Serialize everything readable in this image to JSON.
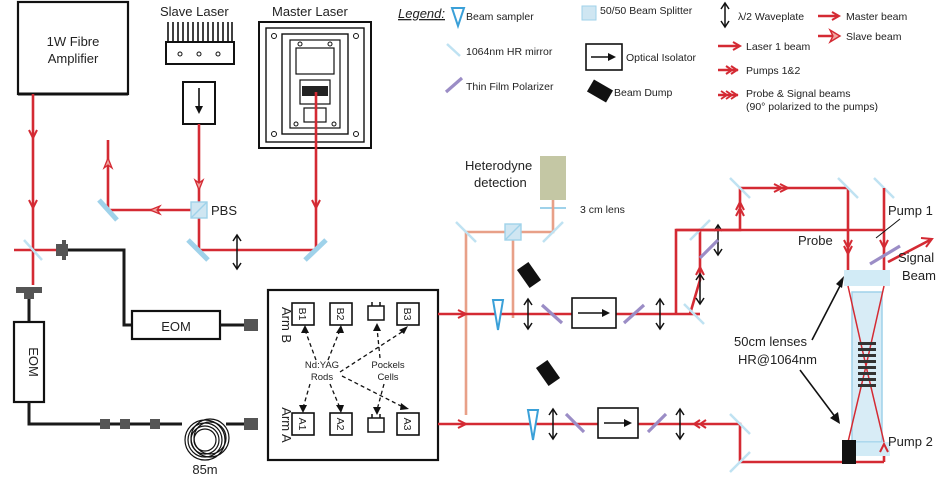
{
  "legend": {
    "title": "Legend:",
    "beam_sampler": "Beam sampler",
    "hr_mirror": "1064nm HR mirror",
    "tfp": "Thin Film Polarizer",
    "beam_splitter": "50/50 Beam Splitter",
    "optical_isolator": "Optical Isolator",
    "beam_dump": "Beam Dump",
    "waveplate": "λ/2 Waveplate",
    "laser1_beam": "Laser 1 beam",
    "pumps": "Pumps 1&2",
    "probe_signal": "Probe & Signal beams",
    "probe_signal_note": "(90° polarized to the pumps)",
    "master_beam": "Master beam",
    "slave_beam": "Slave beam"
  },
  "components": {
    "fibre_amplifier": [
      "1W Fibre",
      "Amplifier"
    ],
    "slave_laser": "Slave Laser",
    "master_laser": "Master Laser",
    "pbs": "PBS",
    "eom_top": "EOM",
    "eom_left": "EOM",
    "fibre_length": "85m",
    "heterodyne": [
      "Heterodyne",
      "detection"
    ],
    "lens_3cm": "3 cm lens",
    "arm_b": "Arm B",
    "arm_a": "Arm A",
    "rods_b": [
      "B1",
      "B2",
      "B3"
    ],
    "rods_a": [
      "A1",
      "A2",
      "A3"
    ],
    "ndyag": [
      "Nd:YAG",
      "Rods"
    ],
    "pockels": [
      "Pockels",
      "Cells"
    ],
    "probe": "Probe",
    "pump1": "Pump 1",
    "pump2": "Pump 2",
    "signal": [
      "Signal",
      "Beam"
    ],
    "lenses": [
      "50cm lenses",
      "HR@1064nm"
    ]
  },
  "colors": {
    "laser_red": "#d42a33",
    "master_pink": "#e8a088",
    "mirror_blue": "#9fd2ea",
    "tfp_purple": "#9b8dc6",
    "detector_tan": "#c4c7a4"
  }
}
